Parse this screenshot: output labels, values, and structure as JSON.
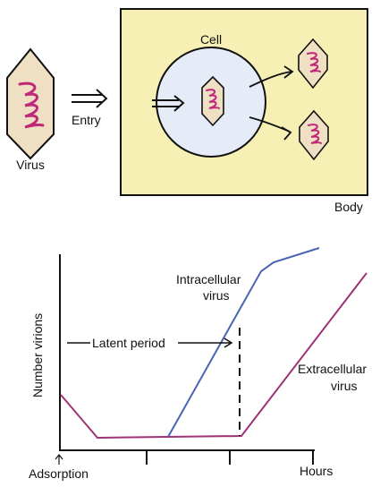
{
  "top_panel": {
    "virus_label": "Virus",
    "entry_label": "Entry",
    "cell_label": "Cell",
    "body_label": "Body",
    "body_fill": "#f7f0b4",
    "cell_fill": "#e6ecf7",
    "capsid_fill": "#efe0c3",
    "genome_color": "#c0287a"
  },
  "graph": {
    "y_axis_label": "Number virions",
    "x_axis_label": "Hours",
    "adsorption_label": "Adsorption",
    "latent_period_label": "Latent period",
    "intracellular_label_1": "Intracellular",
    "intracellular_label_2": "virus",
    "extracellular_label_1": "Extracellular",
    "extracellular_label_2": "virus",
    "intracellular_color": "#4a64b4",
    "extracellular_color": "#a03278"
  }
}
